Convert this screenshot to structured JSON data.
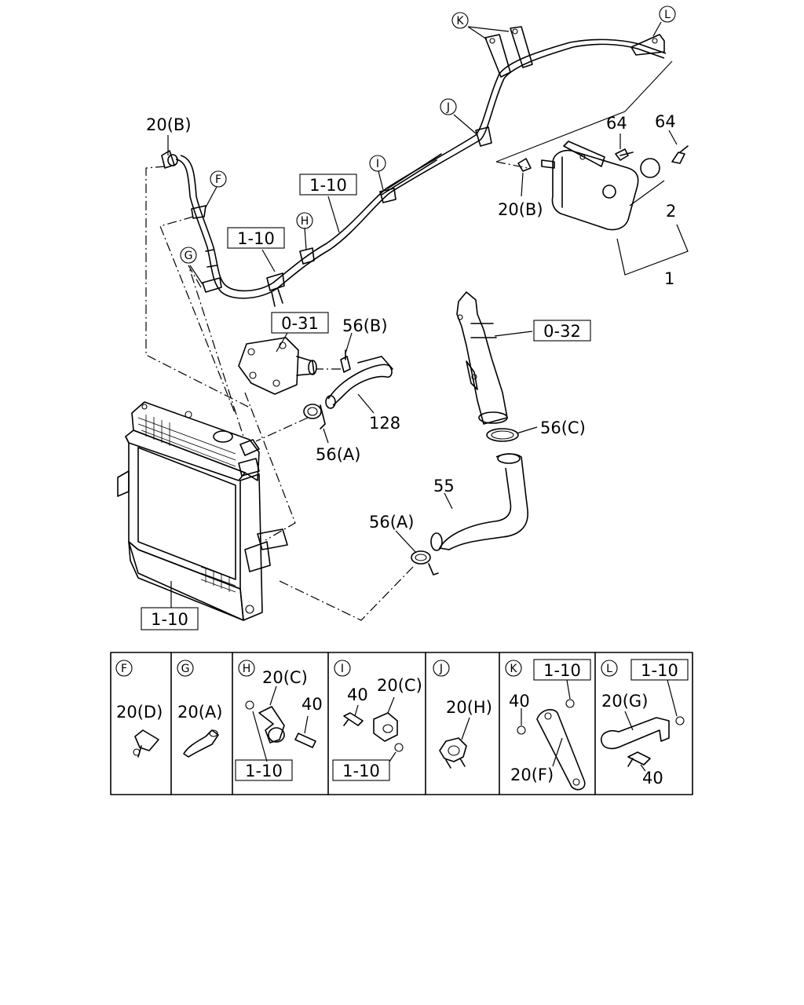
{
  "diagram": {
    "callouts": {
      "p20B_top": "20(B)",
      "p20B_tank": "20(B)",
      "p64_a": "64",
      "p64_b": "64",
      "p2": "2",
      "p1": "1",
      "p56B": "56(B)",
      "p128": "128",
      "p56A_upper": "56(A)",
      "p56C": "56(C)",
      "p55": "55",
      "p56A_lower": "56(A)"
    },
    "ref_boxes": {
      "ref_1_10_a": "1-10",
      "ref_1_10_b": "1-10",
      "ref_0_31": "0-31",
      "ref_0_32": "0-32",
      "ref_1_10_radiator": "1-10"
    },
    "view_markers": {
      "K": "K",
      "L": "L",
      "J": "J",
      "I": "I",
      "F": "F",
      "H": "H",
      "G": "G"
    },
    "detail_panels": [
      {
        "letter": "F",
        "parts": [
          "20(D)"
        ]
      },
      {
        "letter": "G",
        "parts": [
          "20(A)"
        ]
      },
      {
        "letter": "H",
        "parts": [
          "20(C)",
          "40"
        ],
        "ref": "1-10"
      },
      {
        "letter": "I",
        "parts": [
          "40",
          "20(C)"
        ],
        "ref": "1-10"
      },
      {
        "letter": "J",
        "parts": [
          "20(H)"
        ]
      },
      {
        "letter": "K",
        "parts": [
          "40",
          "20(F)"
        ],
        "ref": "1-10"
      },
      {
        "letter": "L",
        "parts": [
          "20(G)",
          "40"
        ],
        "ref": "1-10"
      }
    ]
  }
}
